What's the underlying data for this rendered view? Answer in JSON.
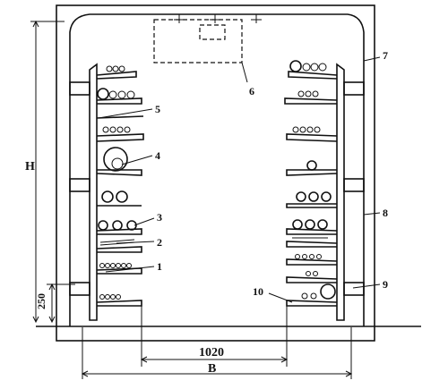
{
  "labels": {
    "l1": "1",
    "l2": "2",
    "l3": "3",
    "l4": "4",
    "l5": "5",
    "l6": "6",
    "l7": "7",
    "l8": "8",
    "l9": "9",
    "l10": "10"
  },
  "dimensions": {
    "height_label": "H",
    "bottom_label": "250",
    "inner_width": "1020",
    "outer_width": "B"
  }
}
